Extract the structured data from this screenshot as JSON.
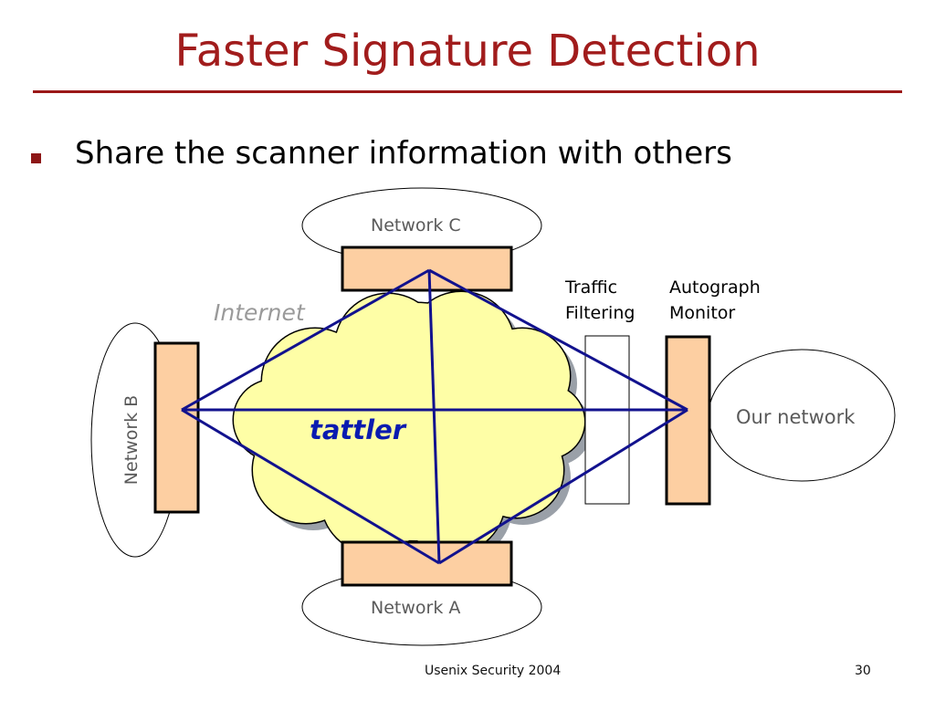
{
  "slide": {
    "title": "Faster Signature Detection",
    "bullets": [
      "Share the scanner information with others"
    ]
  },
  "diagram": {
    "network_c": "Network C",
    "network_a": "Network A",
    "network_b": "Network B",
    "our_network": "Our network",
    "internet": "Internet",
    "tattler": "tattler",
    "traffic_filtering": [
      "Traffic",
      "Filtering"
    ],
    "autograph_monitor": [
      "Autograph",
      "Monitor"
    ]
  },
  "footer": {
    "text": "Usenix Security 2004",
    "page_number": "30"
  },
  "colors": {
    "title": "#a11c1c",
    "cloud_fill": "#fefea6",
    "monitor_fill": "#fdcfa2",
    "link_lines": "#12128e",
    "tattler_text": "#0a1bb0"
  }
}
